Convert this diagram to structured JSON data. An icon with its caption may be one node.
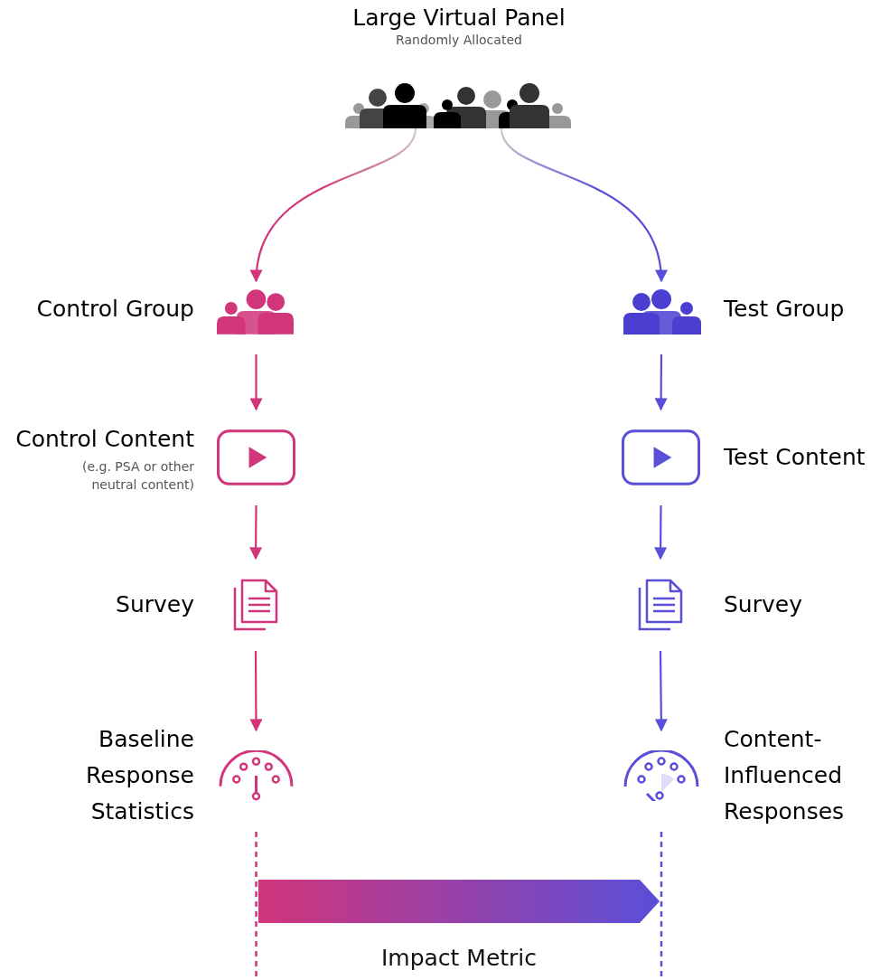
{
  "diagram": {
    "nodes": [
      {
        "text": [],
        "shape": "person",
        "beside": [
          "Large Virtual Panel",
          "Randomly Allocated"
        ]
      },
      {
        "text": [],
        "shape": "person",
        "beside": [
          "Control Group"
        ]
      },
      {
        "text": [],
        "shape": "person",
        "beside": [
          "Test Group"
        ]
      },
      {
        "text": [],
        "shape": "box",
        "beside": [
          "Control Content",
          "(e.g. PSA or other neutral content)"
        ]
      },
      {
        "text": [],
        "shape": "box",
        "beside": [
          "Test Content"
        ]
      },
      {
        "text": [],
        "shape": "document",
        "beside": [
          "Survey"
        ]
      },
      {
        "text": [],
        "shape": "document",
        "beside": [
          "Survey"
        ]
      },
      {
        "text": [],
        "shape": "gauge",
        "beside": [
          "Baseline Response Statistics"
        ]
      },
      {
        "text": [],
        "shape": "gauge",
        "beside": [
          "Content-Influenced Responses"
        ]
      }
    ],
    "edges": [
      {
        "from": 0,
        "to": 1,
        "arrow": "to",
        "color": "#d1357a"
      },
      {
        "from": 0,
        "to": 2,
        "arrow": "to",
        "color": "#5a4fd8"
      },
      {
        "from": 1,
        "to": 3,
        "arrow": "to",
        "color": "#d1357a"
      },
      {
        "from": 3,
        "to": 5,
        "arrow": "to",
        "color": "#d1357a"
      },
      {
        "from": 5,
        "to": 7,
        "arrow": "to",
        "color": "#d1357a"
      },
      {
        "from": 2,
        "to": 4,
        "arrow": "to",
        "color": "#5a4fd8"
      },
      {
        "from": 4,
        "to": 6,
        "arrow": "to",
        "color": "#5a4fd8"
      },
      {
        "from": 6,
        "to": 8,
        "arrow": "to",
        "color": "#5a4fd8"
      }
    ],
    "labels": [
      "Impact Metric"
    ]
  }
}
